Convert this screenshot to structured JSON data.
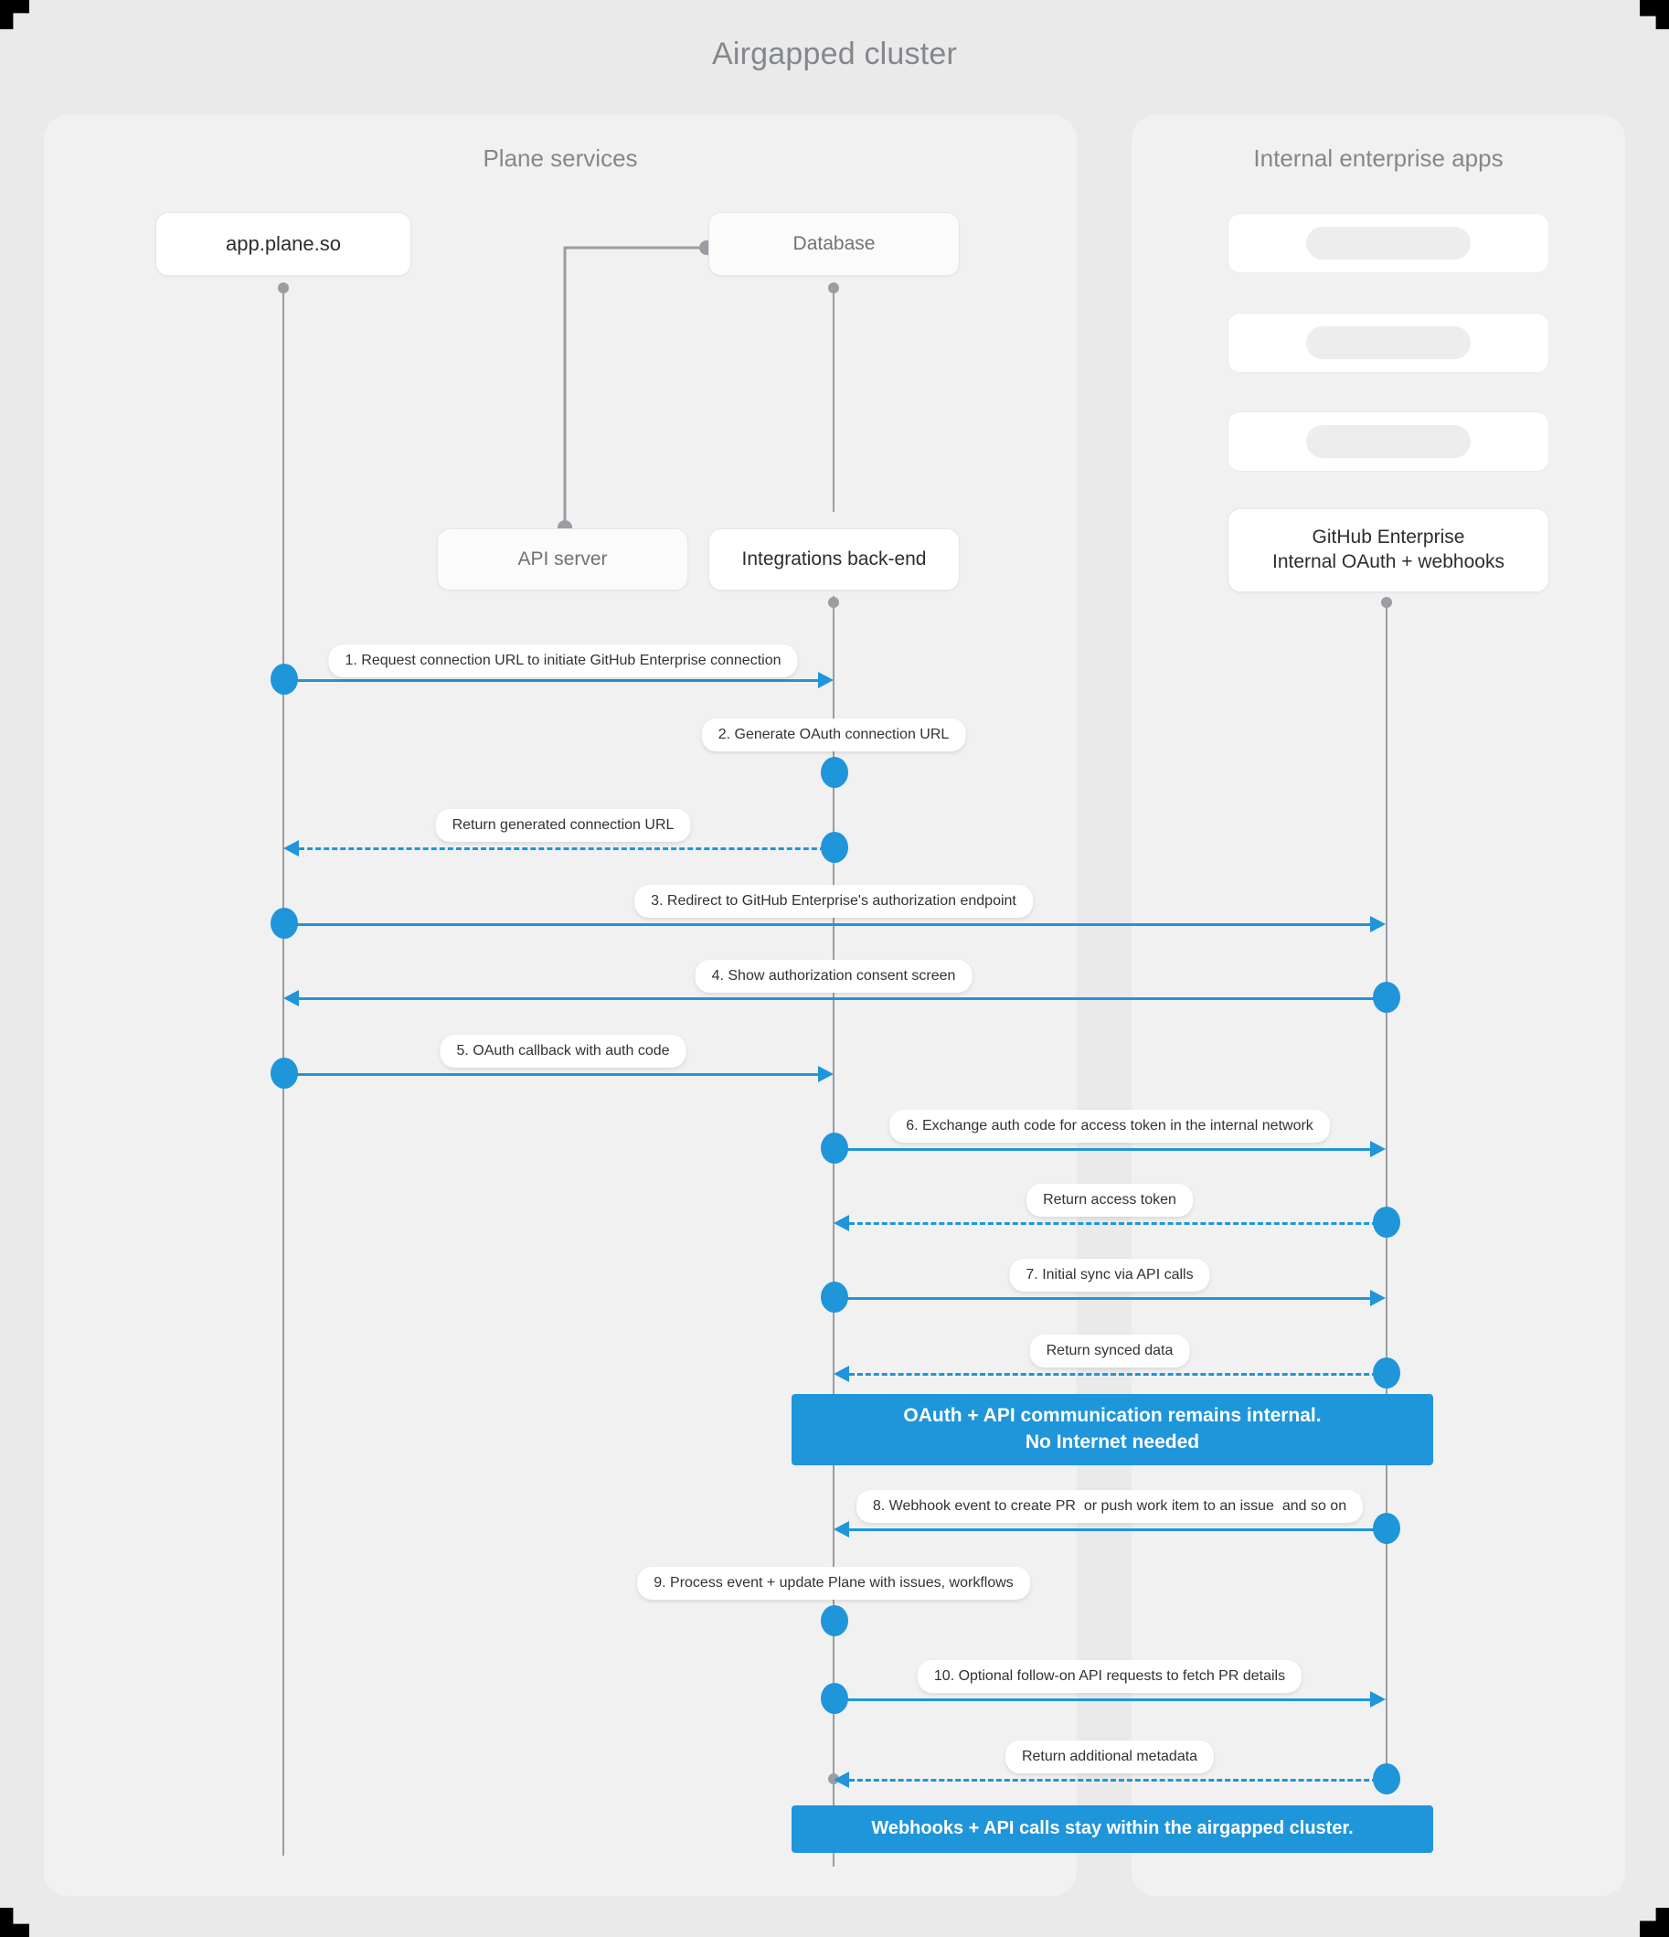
{
  "diagram": {
    "title": "Airgapped cluster",
    "type": "sequence-diagram",
    "accent_color": "#1f95da",
    "page_background": "#eaeaea",
    "panel_background": "#f1f1f1"
  },
  "panels": [
    {
      "id": "plane",
      "title": "Plane services"
    },
    {
      "id": "internal",
      "title": "Internal enterprise apps"
    }
  ],
  "participants": [
    {
      "id": "app",
      "label": "app.plane.so",
      "panel": "plane"
    },
    {
      "id": "database",
      "label": "Database",
      "panel": "plane"
    },
    {
      "id": "api_server",
      "label": "API server",
      "panel": "plane"
    },
    {
      "id": "integrations",
      "label": "Integrations back-end",
      "panel": "plane"
    },
    {
      "id": "ghe",
      "label": "GitHub Enterprise\nInternal OAuth + webhooks",
      "panel": "internal"
    }
  ],
  "placeholder_cards": [
    {
      "id": "ghost-1",
      "label": ""
    },
    {
      "id": "ghost-2",
      "label": ""
    },
    {
      "id": "ghost-3",
      "label": ""
    }
  ],
  "messages": [
    {
      "n": 1,
      "label": "1. Request connection URL to initiate GitHub Enterprise connection",
      "from": "app",
      "to": "integrations",
      "style": "solid",
      "direction": "right"
    },
    {
      "n": 2,
      "label": "2. Generate OAuth connection URL",
      "from": "integrations",
      "to": "integrations",
      "style": "self",
      "direction": "self"
    },
    {
      "n": 3,
      "label": "Return generated connection URL",
      "from": "integrations",
      "to": "app",
      "style": "dashed",
      "direction": "left"
    },
    {
      "n": 4,
      "label": "3. Redirect to GitHub Enterprise's authorization endpoint",
      "from": "app",
      "to": "ghe",
      "style": "solid",
      "direction": "right"
    },
    {
      "n": 5,
      "label": "4. Show authorization consent screen",
      "from": "ghe",
      "to": "app",
      "style": "solid",
      "direction": "left"
    },
    {
      "n": 6,
      "label": "5. OAuth callback with auth code",
      "from": "app",
      "to": "integrations",
      "style": "solid",
      "direction": "right"
    },
    {
      "n": 7,
      "label": "6. Exchange auth code for access token in the internal network",
      "from": "integrations",
      "to": "ghe",
      "style": "solid",
      "direction": "right"
    },
    {
      "n": 8,
      "label": "Return access token",
      "from": "ghe",
      "to": "integrations",
      "style": "dashed",
      "direction": "left"
    },
    {
      "n": 9,
      "label": "7. Initial sync via API calls",
      "from": "integrations",
      "to": "ghe",
      "style": "solid",
      "direction": "right"
    },
    {
      "n": 10,
      "label": "Return synced data",
      "from": "ghe",
      "to": "integrations",
      "style": "dashed",
      "direction": "left"
    },
    {
      "n": 11,
      "label": "8. Webhook event to create PR  or push work item to an issue  and so on",
      "from": "ghe",
      "to": "integrations",
      "style": "solid",
      "direction": "left"
    },
    {
      "n": 12,
      "label": "9. Process event + update Plane with issues, workflows",
      "from": "integrations",
      "to": "integrations",
      "style": "self",
      "direction": "self"
    },
    {
      "n": 13,
      "label": "10. Optional follow-on API requests to fetch PR details",
      "from": "integrations",
      "to": "ghe",
      "style": "solid",
      "direction": "right"
    },
    {
      "n": 14,
      "label": "Return additional metadata",
      "from": "ghe",
      "to": "integrations",
      "style": "dashed",
      "direction": "left"
    }
  ],
  "notes": [
    {
      "id": "note-oauth",
      "line1": "OAuth + API communication remains internal.",
      "line2": "No Internet needed"
    },
    {
      "id": "note-webhook",
      "line1": "Webhooks + API calls stay within the airgapped cluster.",
      "line2": ""
    }
  ]
}
